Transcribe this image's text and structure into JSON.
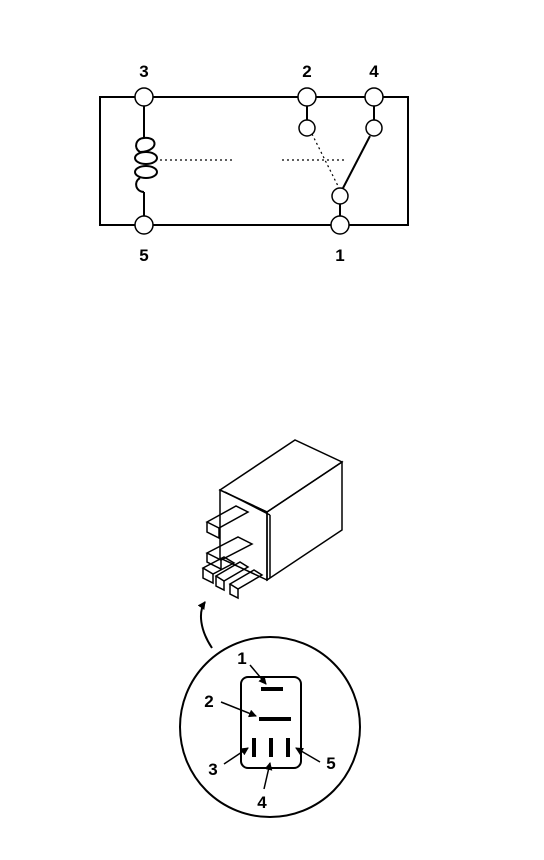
{
  "schematic": {
    "terminals": [
      {
        "id": "t3",
        "label": "3"
      },
      {
        "id": "t2",
        "label": "2"
      },
      {
        "id": "t4",
        "label": "4"
      },
      {
        "id": "t5",
        "label": "5"
      },
      {
        "id": "t1",
        "label": "1"
      }
    ]
  },
  "connector_view": {
    "pins": [
      {
        "label": "1"
      },
      {
        "label": "2"
      },
      {
        "label": "3"
      },
      {
        "label": "4"
      },
      {
        "label": "5"
      }
    ]
  }
}
